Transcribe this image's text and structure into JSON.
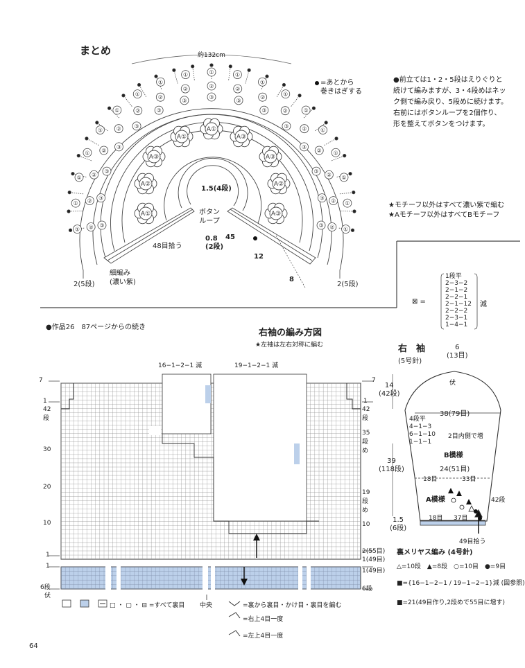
{
  "top": {
    "title": "まとめ",
    "width_label": "約132cm",
    "bead_note": "=あとから\n巻きはぎする",
    "assembly_notes": "●前立ては1・2・5段はえりぐりと\n続けて編みますが、3・4段めはネッ\nク側で編み戻り、5段めに続けます。\n右前にはボタンループを2個作り、\n形を整えてボタンをつけます。",
    "motif_notes": "★モチーフ以外はすべて濃い紫で編む\n★Aモチーフ以外はすべてBモチーフ",
    "center_label": "1.5(4段)",
    "button_loop": "ボタン\nループ",
    "pickup": "48目拾う",
    "m08": "0.8\n(2段)",
    "m45": "45",
    "m12": "12",
    "m8": "8",
    "left_edge": "2(5段)",
    "right_edge": "2(5段)",
    "border": "細編み\n(濃い紫)",
    "motif_a1": "A①",
    "motif_a2": "A②",
    "motif_a3": "A③",
    "ring1": "①",
    "ring2": "②",
    "ring3": "③",
    "dec_symbol": "⊠ =",
    "dec_rows": [
      "1段平",
      "2−3−2",
      "2−1−2",
      "2−2−1",
      "2−1−12",
      "2−2−2",
      "2−3−1",
      "1−4−1"
    ],
    "dec_suffix": "減"
  },
  "bottom": {
    "work_ref": "●作品26　87ページからの続き",
    "chart_title": "右袖の編み方図",
    "chart_note": "★左袖は左右対称に編む",
    "dec_left": "16−1−2−1 減",
    "dec_right": "19−1−2−1 減",
    "row_labels_left": [
      "7",
      "1",
      "42段",
      "30",
      "20",
      "10",
      "1",
      "1",
      "6段"
    ],
    "row_labels_right": [
      "7",
      "1",
      "42段",
      "35段め",
      "19段め",
      "10",
      "2(55目)",
      "1(49目)",
      "1(49目)",
      "6段"
    ],
    "fuku": "伏",
    "chuo": "中央",
    "legend1": "□ ・ ▢ ・ ⊟ =すべて裏目",
    "legend2": "=裏から裏目・かけ目・裏目を編む",
    "legend3": "=右上4目一度",
    "legend4": "=左上4目一度",
    "page_no": "64"
  },
  "sleeve": {
    "title": "右　袖",
    "needle": "(5号針)",
    "top_w": "6\n(13目)",
    "h14": "14\n(42段)",
    "w38": "38(79目)",
    "inc_rows": "4段平\n4−1−3\n6−1−10\n1−1−1",
    "inc_note": "2目内側で増",
    "h39": "39\n(118段)",
    "b_pattern": "B模様",
    "w24": "24(51目)",
    "s18a": "18目",
    "s33": "33目",
    "a_pattern": "A模様",
    "s42": "42段",
    "s18b": "18目",
    "s37": "37目",
    "h15": "1.5\n(6段)",
    "pick49": "49目拾う",
    "cuff": "裏メリヤス編み (4号針)",
    "key1": "△=10段　▲=8段　○=10目　●=9目",
    "key2": "■={16−1−2−1 / 19−1−2−1}減 (図参照)",
    "key3": "■=21(49目作り,2段めで55目に増す)",
    "fuku": "伏"
  }
}
